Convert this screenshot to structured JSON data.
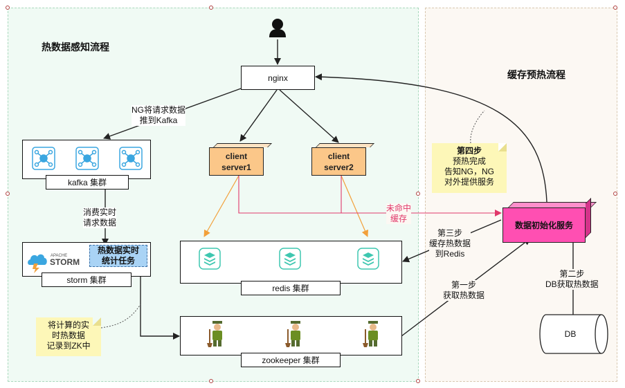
{
  "titles": {
    "hot_data": "热数据感知流程",
    "cache_preheat": "缓存预热流程"
  },
  "nodes": {
    "nginx": "nginx",
    "client1": [
      "client",
      "server1"
    ],
    "client2": [
      "client",
      "server2"
    ],
    "kafka": "kafka 集群",
    "storm": "storm 集群",
    "storm_task": [
      "热数据实时",
      "统计任务"
    ],
    "storm_logo": {
      "apache": "APACHE",
      "name": "STORM"
    },
    "redis": "redis 集群",
    "zookeeper": "zookeeper 集群",
    "init_service": "数据初始化服务",
    "db": "DB"
  },
  "edge_labels": {
    "ng_to_kafka": [
      "NG将请求数据",
      "推到Kafka"
    ],
    "consume": [
      "消费实时",
      "请求数据"
    ],
    "miss": [
      "未命中",
      "缓存"
    ],
    "step3": [
      "第三步",
      "缓存热数据",
      "到Redis"
    ],
    "step1": [
      "第一步",
      "获取热数据"
    ],
    "step2": [
      "第二步",
      "DB获取热数据"
    ]
  },
  "notes": {
    "step4": [
      "第四步",
      "预热完成",
      "告知NG，NG",
      "对外提供服务"
    ],
    "zk_note": [
      "将计算的实",
      "时热数据",
      "记录到ZK中"
    ]
  },
  "colors": {
    "init_service": "#ff4fb2",
    "client": "#fbc789",
    "storm_task": "#a9d3f5",
    "miss_edge": "#e0386a",
    "cache_edge": "#f2a03a",
    "icon_teal": "#3ec7b0",
    "icon_blue": "#3aa6e0",
    "note_bg": "#fdf7b8"
  },
  "icons": {
    "user": "user-silhouette-icon",
    "kafka": "kafka-node-icon",
    "redis": "redis-stack-icon",
    "zookeeper": "zookeeper-keeper-icon"
  }
}
